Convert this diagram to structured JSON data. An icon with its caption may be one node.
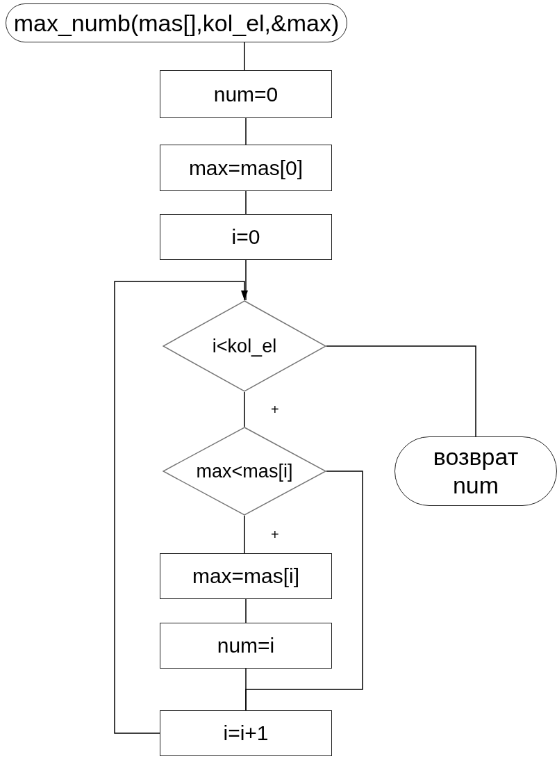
{
  "diagram": {
    "nodes": [
      {
        "text": [
          "max_numb(mas[],kol_el,&max)"
        ]
      },
      {
        "text": [
          "num=0"
        ]
      },
      {
        "text": [
          "max=mas[0]"
        ]
      },
      {
        "text": [
          "i=0"
        ]
      },
      {
        "text": [
          "i<kol_el"
        ]
      },
      {
        "text": [
          "max<mas[i]"
        ]
      },
      {
        "text": [
          "возврат num"
        ]
      },
      {
        "text": [
          "max=mas[i]"
        ]
      },
      {
        "text": [
          "num=i"
        ]
      },
      {
        "text": [
          "i=i+1"
        ]
      }
    ],
    "edges": [
      {
        "from": 0,
        "to": 1,
        "arrow": "none"
      },
      {
        "from": 1,
        "to": 2,
        "arrow": "none"
      },
      {
        "from": 2,
        "to": 3,
        "arrow": "none"
      },
      {
        "from": 3,
        "to": 4,
        "arrow": "none"
      },
      {
        "from": 9,
        "to": 4,
        "arrow": "to"
      },
      {
        "from": 4,
        "to": 5,
        "arrow": "none",
        "label": "+"
      },
      {
        "from": 4,
        "to": 6,
        "arrow": "none"
      },
      {
        "from": 5,
        "to": 7,
        "arrow": "none",
        "label": "+"
      },
      {
        "from": 7,
        "to": 8,
        "arrow": "none"
      },
      {
        "from": 8,
        "to": 9,
        "arrow": "none"
      },
      {
        "from": 5,
        "to": 9,
        "arrow": "none"
      }
    ]
  }
}
